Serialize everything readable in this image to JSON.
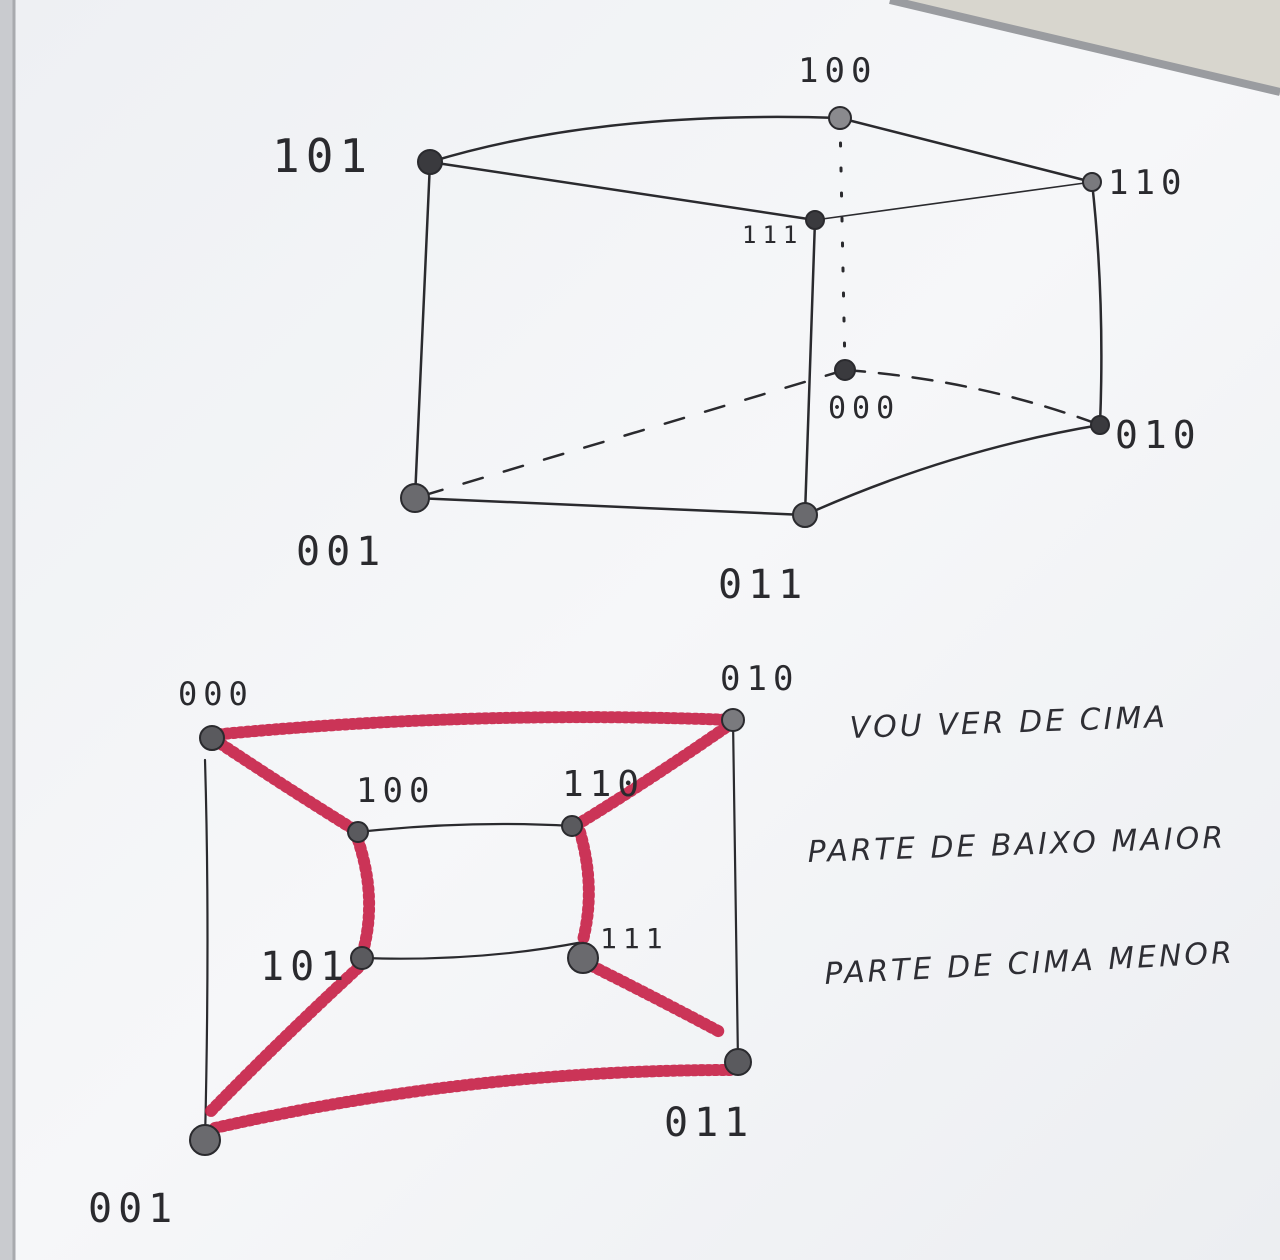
{
  "cube_3d": {
    "vertices": [
      {
        "id": "101",
        "label": "101"
      },
      {
        "id": "100",
        "label": "100"
      },
      {
        "id": "110",
        "label": "110"
      },
      {
        "id": "111",
        "label": "111"
      },
      {
        "id": "000",
        "label": "000"
      },
      {
        "id": "010",
        "label": "010"
      },
      {
        "id": "001",
        "label": "001"
      },
      {
        "id": "011",
        "label": "011"
      }
    ]
  },
  "cube_top_view": {
    "vertices": [
      {
        "id": "000",
        "label": "000"
      },
      {
        "id": "010",
        "label": "010"
      },
      {
        "id": "100",
        "label": "100"
      },
      {
        "id": "110",
        "label": "110"
      },
      {
        "id": "101",
        "label": "101"
      },
      {
        "id": "111",
        "label": "111"
      },
      {
        "id": "011",
        "label": "011"
      },
      {
        "id": "001",
        "label": "001"
      }
    ]
  },
  "notes": [
    "VOU VER DE CIMA",
    "PARTE DE BAIXO MAIOR",
    "PARTE DE CIMA MENOR"
  ],
  "colors": {
    "board": "#f4f5f7",
    "marker_black": "#2a2a2e",
    "marker_red": "#c8244a",
    "frame": "#9a9ca0"
  }
}
